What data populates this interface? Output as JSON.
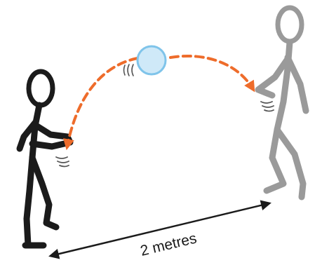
{
  "diagram": {
    "distance_label": "2 metres",
    "colors": {
      "left_person": "#1b1b1b",
      "right_person": "#9a9a9a",
      "ball_fill": "#cfe9f8",
      "ball_stroke": "#7fc4ea",
      "trajectory": "#ee6c2b",
      "distance_arrow": "#1b1b1b",
      "motion_lines": "#555555"
    },
    "icons": [
      "stick-figure",
      "ball",
      "motion-lines",
      "dashed-arc-arrow",
      "double-headed-arrow"
    ]
  }
}
